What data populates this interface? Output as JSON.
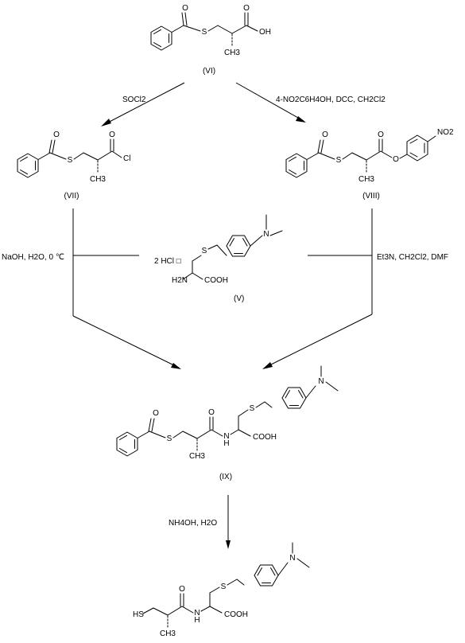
{
  "compounds": {
    "vi": {
      "label": "(VI)",
      "atoms": {
        "o_keto": "O",
        "s": "S",
        "o_acid": "O",
        "oh": "OH",
        "ch3": "CH3"
      }
    },
    "vii": {
      "label": "(VII)",
      "atoms": {
        "o_keto": "O",
        "s": "S",
        "o_acyl": "O",
        "cl": "Cl",
        "ch3": "CH3"
      }
    },
    "viii": {
      "label": "(VIII)",
      "atoms": {
        "o_keto": "O",
        "s": "S",
        "o_ester": "O",
        "o_link": "O",
        "no2": "NO2",
        "ch3": "CH3"
      }
    },
    "v": {
      "label": "(V)",
      "prefix": "2 HCl □",
      "atoms": {
        "s": "S",
        "n": "N",
        "nh2": "H2N",
        "cooh": "COOH"
      }
    },
    "ix": {
      "label": "(IX)",
      "atoms": {
        "o_keto": "O",
        "s1": "S",
        "o_amide": "O",
        "nh": "N",
        "h": "H",
        "cooh": "COOH",
        "s2": "S",
        "n": "N",
        "ch3": "CH3"
      }
    },
    "product": {
      "atoms": {
        "hs": "HS",
        "o_amide": "O",
        "nh": "N",
        "h": "H",
        "cooh": "COOH",
        "s": "S",
        "n": "N",
        "ch3": "CH3"
      }
    }
  },
  "reagents": {
    "socl2": "SOCl2",
    "nitrophenol": "4-NO2C6H4OH, DCC, CH2Cl2",
    "naoh": "NaOH, H2O, 0 ℃",
    "et3n": "Et3N, CH2Cl2, DMF",
    "nh4oh": "NH4OH, H2O"
  }
}
